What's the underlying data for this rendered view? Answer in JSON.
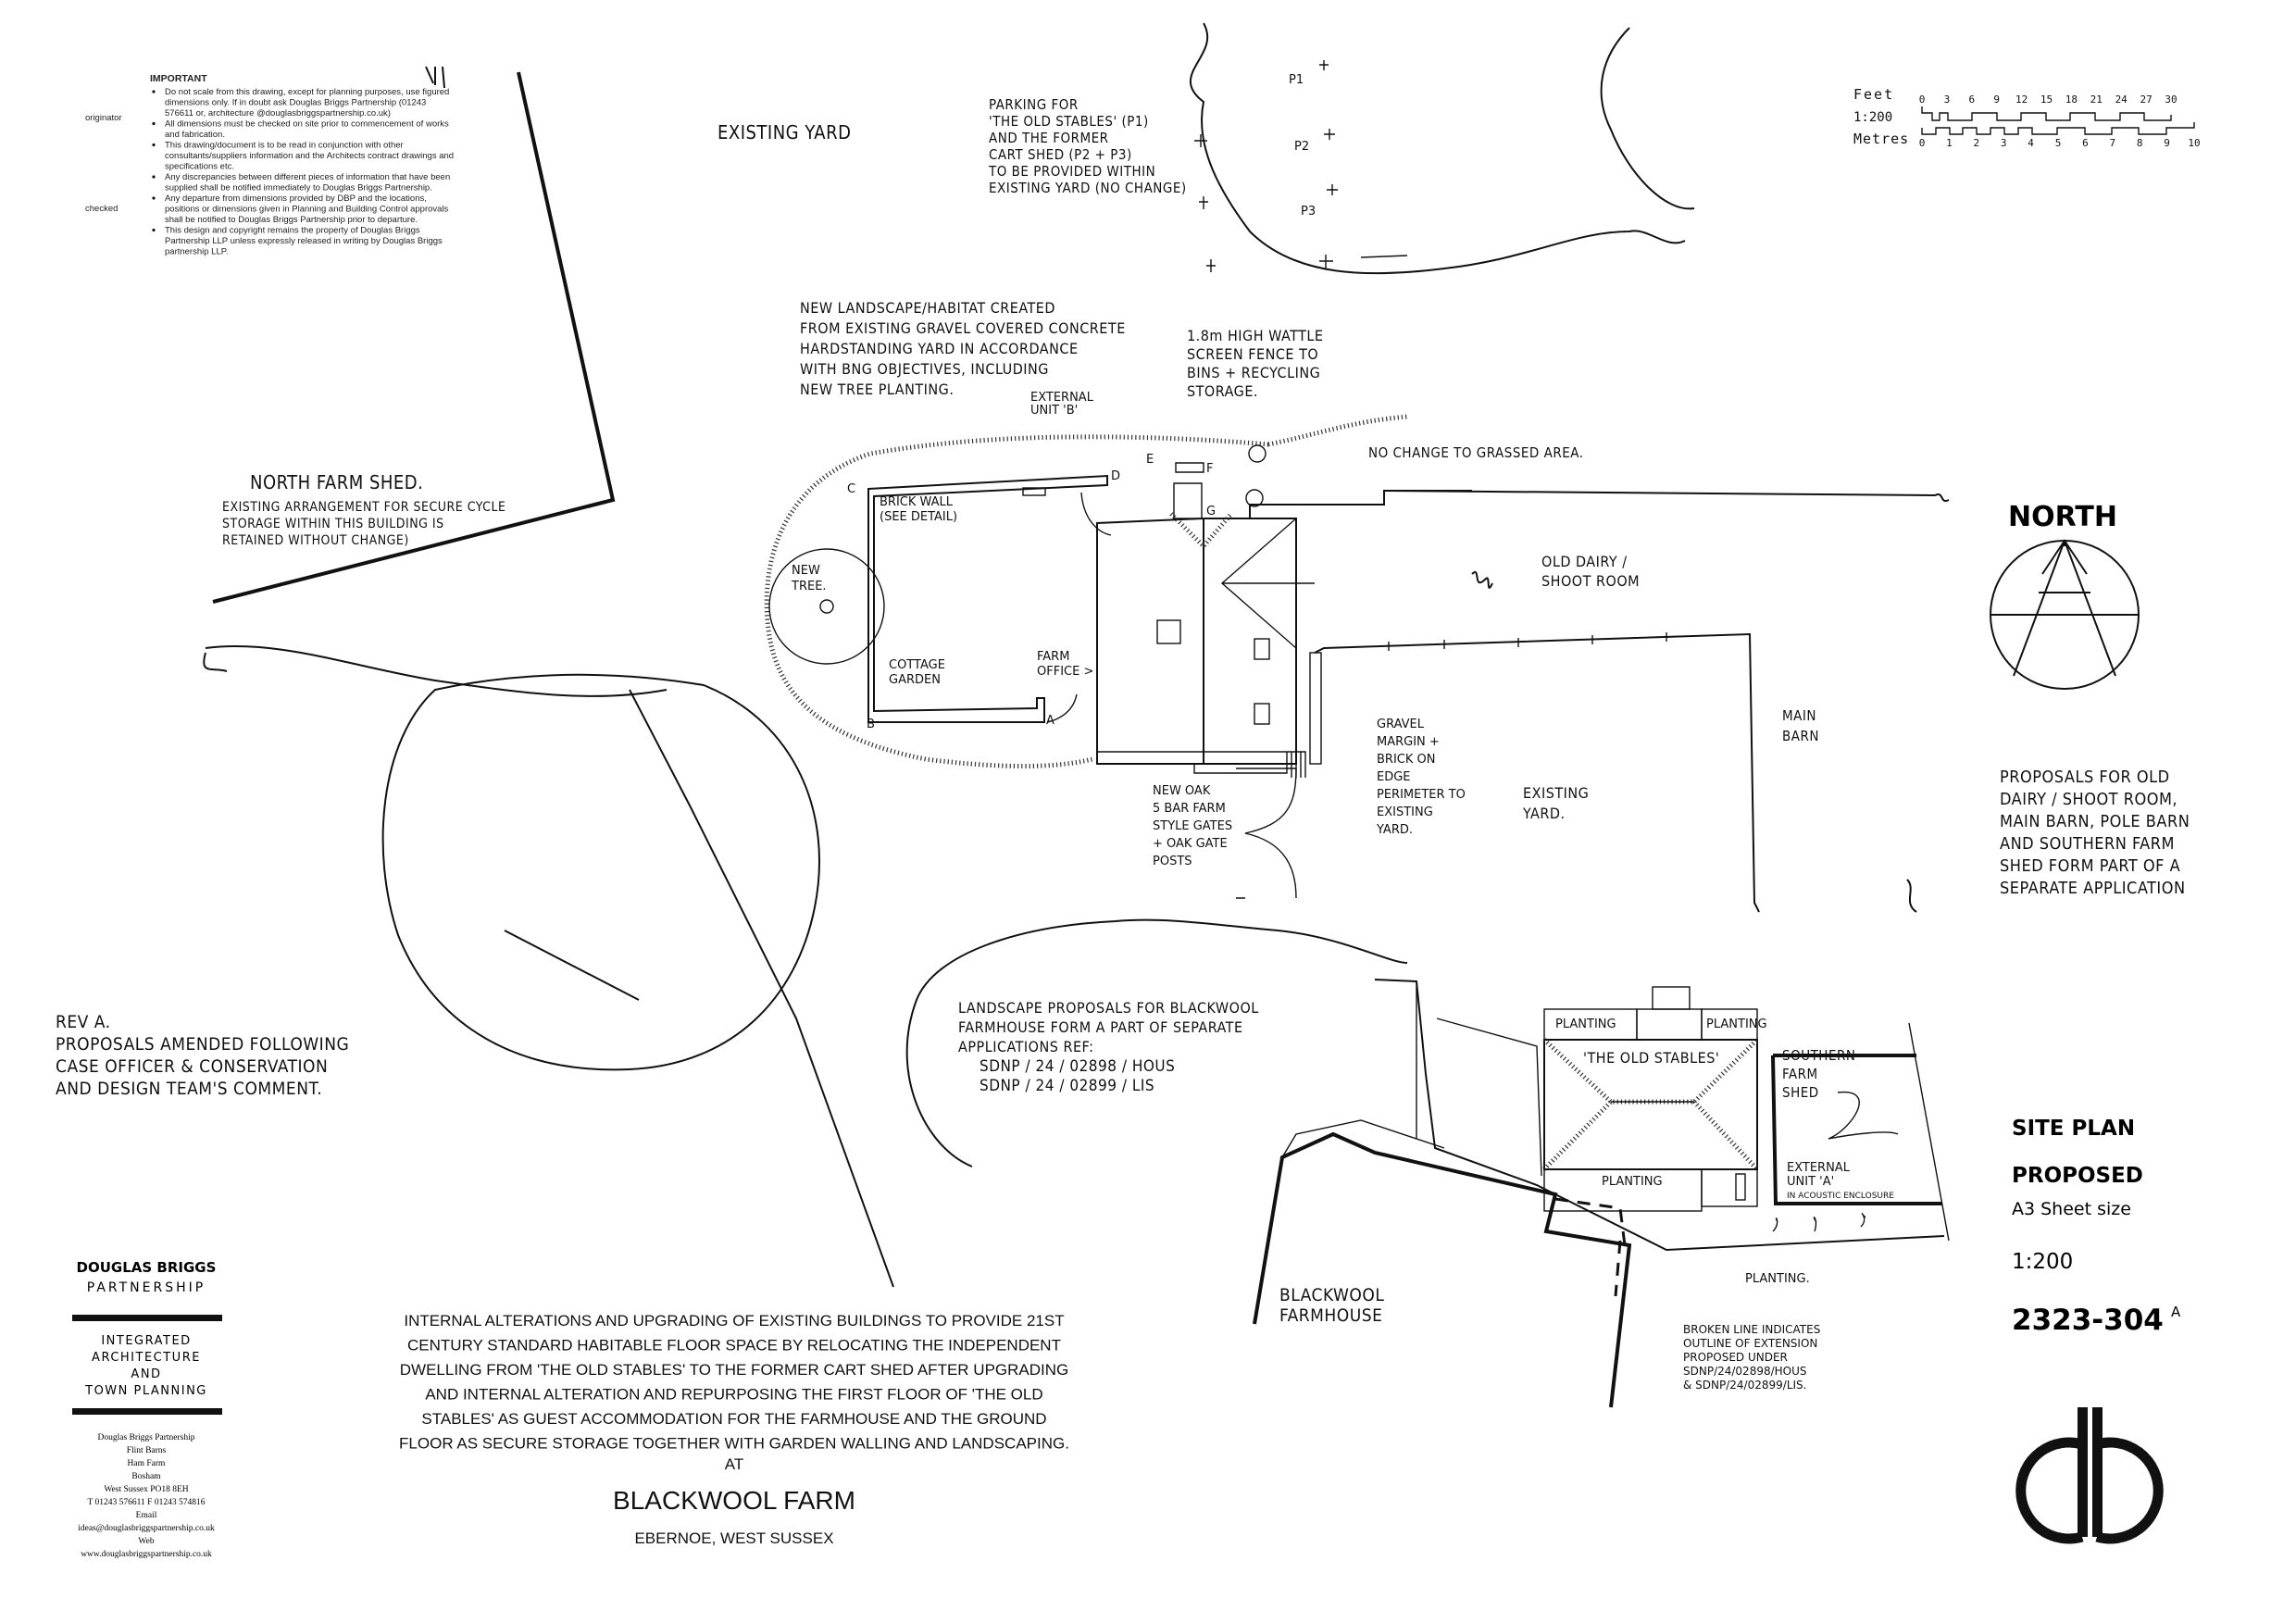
{
  "important_notes": {
    "title": "IMPORTANT",
    "items": [
      [
        "Do not scale from this drawing, except for planning purposes, use figured",
        "dimensions only. If in doubt ask Douglas Briggs Partnership (01243",
        "576611 or, architecture @douglasbriggspartnership.co.uk)"
      ],
      [
        "All dimensions must be checked on site prior to commencement of works",
        "and fabrication."
      ],
      [
        "This drawing/document is to be read in conjunction with other",
        "consultants/suppliers information and the Architects contract drawings and",
        "specifications etc."
      ],
      [
        "Any discrepancies between different pieces of information that have been",
        "supplied shall be notified immediately to Douglas Briggs Partnership."
      ],
      [
        "Any departure from dimensions provided by DBP and the locations,",
        "positions or dimensions given in Planning and Building Control approvals",
        "shall be notified to Douglas Briggs Partnership prior to departure."
      ],
      [
        "This design and copyright remains the property of Douglas Briggs",
        "Partnership LLP unless expressly released in writing by Douglas Briggs",
        "partnership LLP."
      ]
    ],
    "originator_label": "originator",
    "checked_label": "checked"
  },
  "scale_bar": {
    "feet_label": "Feet",
    "scale_label": "1:200",
    "metres_label": "Metres",
    "feet_ticks": [
      "0",
      "3",
      "6",
      "9",
      "12",
      "15",
      "18",
      "21",
      "24",
      "27",
      "30"
    ],
    "metre_ticks": [
      "0",
      "1",
      "2",
      "3",
      "4",
      "5",
      "6",
      "7",
      "8",
      "9",
      "10"
    ]
  },
  "north": {
    "label": "NORTH"
  },
  "plan_labels": {
    "north_farm_shed": [
      "NORTH FARM SHED.",
      "EXISTING ARRANGEMENT FOR SECURE CYCLE",
      "STORAGE WITHIN THIS BUILDING IS",
      "RETAINED WITHOUT CHANGE)"
    ],
    "existing_yard_top": "EXISTING YARD",
    "parking_note": [
      "PARKING FOR",
      "'THE OLD STABLES' (P1)",
      "AND THE FORMER",
      "CART SHED (P2 + P3)",
      "TO BE PROVIDED WITHIN",
      "EXISTING YARD (NO CHANGE)"
    ],
    "p1": "P1",
    "p2": "P2",
    "p3": "P3",
    "landscape_note": [
      "NEW LANDSCAPE/HABITAT CREATED",
      "FROM EXISTING GRAVEL COVERED CONCRETE",
      "HARDSTANDING YARD IN ACCORDANCE",
      "WITH BNG OBJECTIVES, INCLUDING",
      "NEW TREE PLANTING."
    ],
    "fence_note": [
      "1.8m HIGH WATTLE",
      "SCREEN FENCE TO",
      "BINS + RECYCLING",
      "STORAGE."
    ],
    "external_unit_b": [
      "EXTERNAL",
      "UNIT 'B'"
    ],
    "grassed_area": "NO CHANGE TO GRASSED AREA.",
    "old_dairy": [
      "OLD DAIRY /",
      "SHOOT ROOM"
    ],
    "points": {
      "a": "A",
      "b": "B",
      "c": "C",
      "d": "D",
      "e": "E",
      "f": "F",
      "g": "G"
    },
    "brick_wall": [
      "BRICK WALL",
      "(SEE DETAIL)"
    ],
    "new_tree": [
      "NEW",
      "TREE."
    ],
    "cottage_garden": [
      "COTTAGE",
      "GARDEN"
    ],
    "farm_office": [
      "FARM",
      "OFFICE >"
    ],
    "main_barn": [
      "MAIN",
      "BARN"
    ],
    "gravel_note": [
      "GRAVEL",
      "MARGIN +",
      "BRICK ON",
      "EDGE",
      "PERIMETER TO",
      "EXISTING",
      "YARD."
    ],
    "existing_yard_mid": [
      "EXISTING",
      "YARD."
    ],
    "gate_note": [
      "NEW OAK",
      "5 BAR FARM",
      "STYLE GATES",
      "+ OAK GATE",
      "POSTS"
    ],
    "separate_note": [
      "PROPOSALS FOR OLD",
      "DAIRY / SHOOT ROOM,",
      "MAIN BARN, POLE BARN",
      "AND SOUTHERN FARM",
      "SHED FORM PART OF A",
      "SEPARATE APPLICATION"
    ],
    "landscape_farmhouse_note": [
      "LANDSCAPE PROPOSALS FOR BLACKWOOL",
      "FARMHOUSE FORM A PART OF SEPARATE",
      "APPLICATIONS REF:",
      "SDNP / 24 / 02898 / HOUS",
      "SDNP / 24 / 02899 / LIS"
    ],
    "rev_note": [
      "REV A.",
      "PROPOSALS AMENDED FOLLOWING",
      "CASE OFFICER & CONSERVATION",
      "AND DESIGN TEAM'S COMMENT."
    ],
    "planting_1": "PLANTING",
    "planting_2": "PLANTING",
    "planting_3": "PLANTING",
    "planting_4": "PLANTING.",
    "old_stables": "'THE OLD STABLES'",
    "southern_farm_shed": [
      "SOUTHERN",
      "FARM",
      "SHED"
    ],
    "external_unit_a": [
      "EXTERNAL",
      "UNIT 'A'",
      "IN ACOUSTIC ENCLOSURE"
    ],
    "blackwool_farmhouse": [
      "BLACKWOOL",
      "FARMHOUSE"
    ],
    "broken_line_note": [
      "BROKEN LINE INDICATES",
      "OUTLINE OF EXTENSION",
      "PROPOSED UNDER",
      "SDNP/24/02898/HOUS",
      "& SDNP/24/02899/LIS."
    ]
  },
  "project": {
    "description": [
      "INTERNAL ALTERATIONS AND UPGRADING OF EXISTING BUILDINGS TO PROVIDE 21ST",
      "CENTURY STANDARD HABITABLE FLOOR SPACE BY RELOCATING THE INDEPENDENT",
      "DWELLING FROM 'THE OLD STABLES' TO THE FORMER CART SHED AFTER UPGRADING",
      "AND INTERNAL ALTERATION AND REPURPOSING THE FIRST FLOOR OF 'THE OLD",
      "STABLES' AS GUEST ACCOMMODATION FOR THE FARMHOUSE AND THE GROUND",
      "FLOOR AS SECURE STORAGE TOGETHER WITH GARDEN WALLING AND LANDSCAPING."
    ],
    "at": "AT",
    "name": "BLACKWOOL FARM",
    "location": "EBERNOE, WEST SUSSEX"
  },
  "company": {
    "name_line1": "DOUGLAS BRIGGS",
    "name_line2": "PARTNERSHIP",
    "services": [
      "INTEGRATED",
      "ARCHITECTURE",
      "AND",
      "TOWN PLANNING"
    ],
    "address": [
      "Douglas Briggs Partnership",
      "Flint Barns",
      "Ham Farm",
      "Bosham",
      "West Sussex  PO18 8EH",
      "T 01243 576611  F 01243 574816",
      "Email",
      "ideas@douglasbriggspartnership.co.uk",
      "Web",
      "www.douglasbriggspartnership.co.uk"
    ],
    "logo_text": "db"
  },
  "title_block": {
    "title": "SITE PLAN",
    "status": "PROPOSED",
    "sheet_size": "A3 Sheet size",
    "scale": "1:200",
    "drawing_number": "2323-304",
    "revision": "A"
  }
}
